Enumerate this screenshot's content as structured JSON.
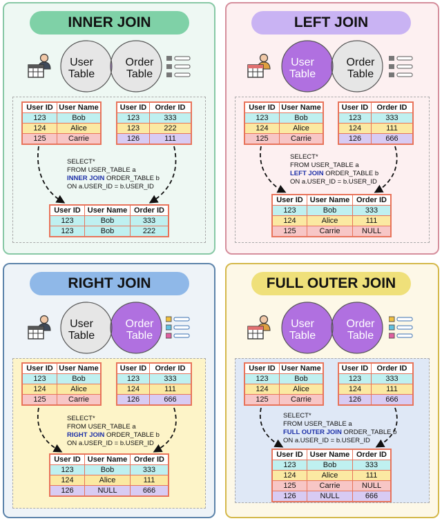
{
  "colors": {
    "purple": "#b070e0",
    "grey_circle": "#e6e6e6",
    "table_border": "#e8735a",
    "null_text": "#d42e3d",
    "keyword": "#1c2fa8"
  },
  "labels": {
    "user": "User",
    "table": "Table",
    "order": "Order"
  },
  "cols": {
    "user_id": "User ID",
    "user_name": "User Name",
    "order_id": "Order ID"
  },
  "rows": {
    "id1": "123",
    "id2": "124",
    "id3": "125",
    "id4": "126",
    "bob": "Bob",
    "alice": "Alice",
    "carrie": "Carrie",
    "o333": "333",
    "o222": "222",
    "o111": "111",
    "o666": "666",
    "null": "NULL"
  },
  "sql": {
    "select": "SELECT*",
    "from": "FROM USER_TABLE a",
    "order_tbl": " ORDER_TABLE b",
    "order_tbl_full": " ORDER_TABLE b",
    "on": "ON a.USER_ID = b.USER_ID"
  },
  "panels": [
    {
      "title": "INNER JOIN",
      "keyword": "INNER JOIN"
    },
    {
      "title": "LEFT JOIN",
      "keyword": "LEFT JOIN"
    },
    {
      "title": "RIGHT JOIN",
      "keyword": "RIGHT JOIN"
    },
    {
      "title": "FULL OUTER JOIN",
      "keyword": "FULL OUTER JOIN"
    }
  ],
  "icons": {
    "user_icon": "person-with-table-icon",
    "list_icon": "list-icon"
  }
}
